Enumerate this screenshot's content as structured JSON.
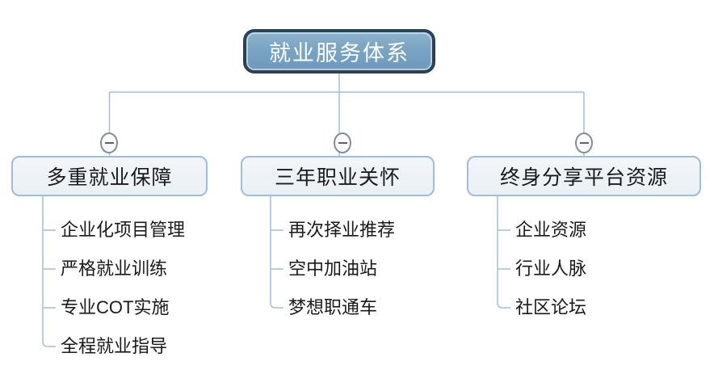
{
  "root": {
    "label": "就业服务体系"
  },
  "branches": [
    {
      "label": "多重就业保障",
      "collapse_icon": "minus",
      "children": [
        "企业化项目管理",
        "严格就业训练",
        "专业COT实施",
        "全程就业指导"
      ]
    },
    {
      "label": "三年职业关怀",
      "collapse_icon": "minus",
      "children": [
        "再次择业推荐",
        "空中加油站",
        "梦想职通车"
      ]
    },
    {
      "label": "终身分享平台资源",
      "collapse_icon": "minus",
      "children": [
        "企业资源",
        "行业人脉",
        "社区论坛"
      ]
    }
  ],
  "colors": {
    "root_fill": "#7AA4C3",
    "root_border": "#2C4254",
    "root_text": "#FFFFFF",
    "branch_fill": "#EDF1F6",
    "branch_border": "#9EBED8",
    "node_text": "#1A1A1A",
    "connector_line": "#A6BFD3",
    "collapse_circle_border": "#828E97",
    "background": "#FFFFFF"
  }
}
